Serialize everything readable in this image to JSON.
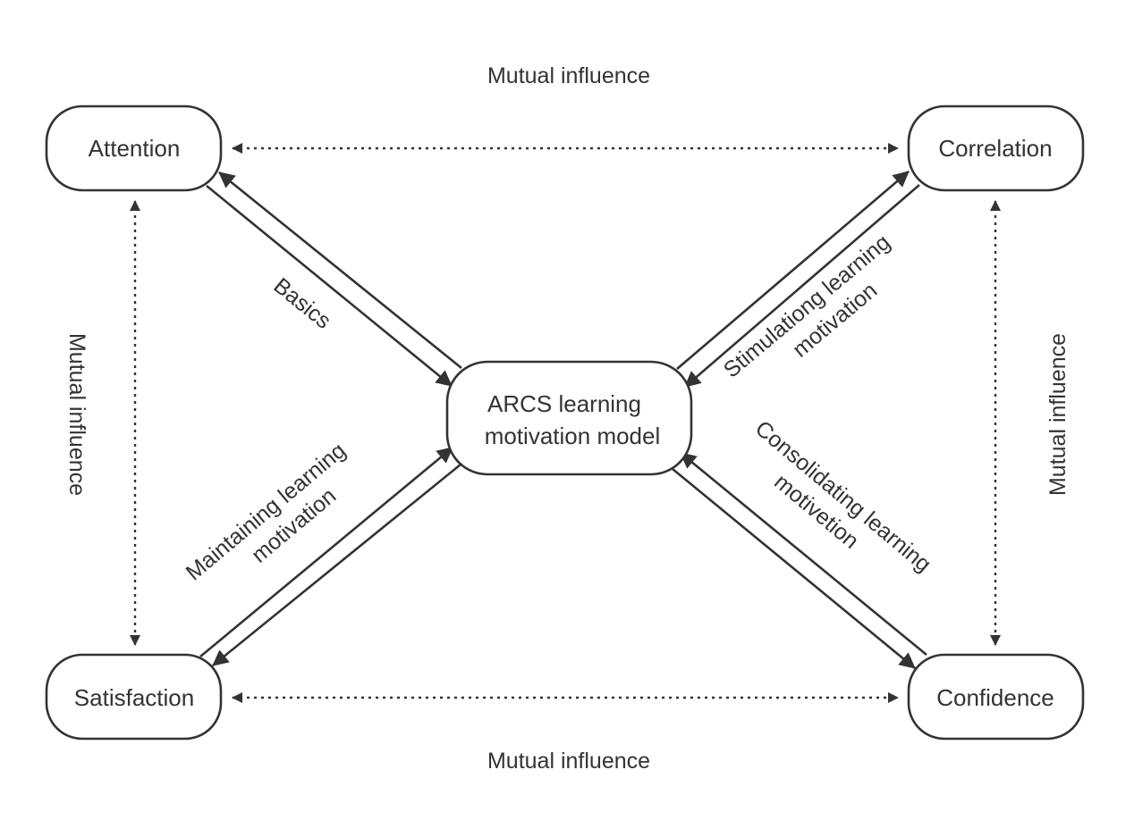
{
  "nodes": {
    "attention": "Attention",
    "correlation": "Correlation",
    "satisfaction": "Satisfaction",
    "confidence": "Confidence",
    "center_line1": "ARCS learning",
    "center_line2": "motivation model"
  },
  "labels": {
    "top": "Mutual influence",
    "bottom": "Mutual influence",
    "left": "Mutual influence",
    "right": "Mutual influence",
    "basics": "Basics",
    "stimulating_line1": "Stimulationg learning",
    "stimulating_line2": "motivation",
    "maintaining_line1": "Maintaining learning",
    "maintaining_line2": "motivation",
    "consolidating_line1": "Consolidating learning",
    "consolidating_line2": "motivetion"
  },
  "colors": {
    "stroke": "#333333",
    "background": "#ffffff"
  }
}
